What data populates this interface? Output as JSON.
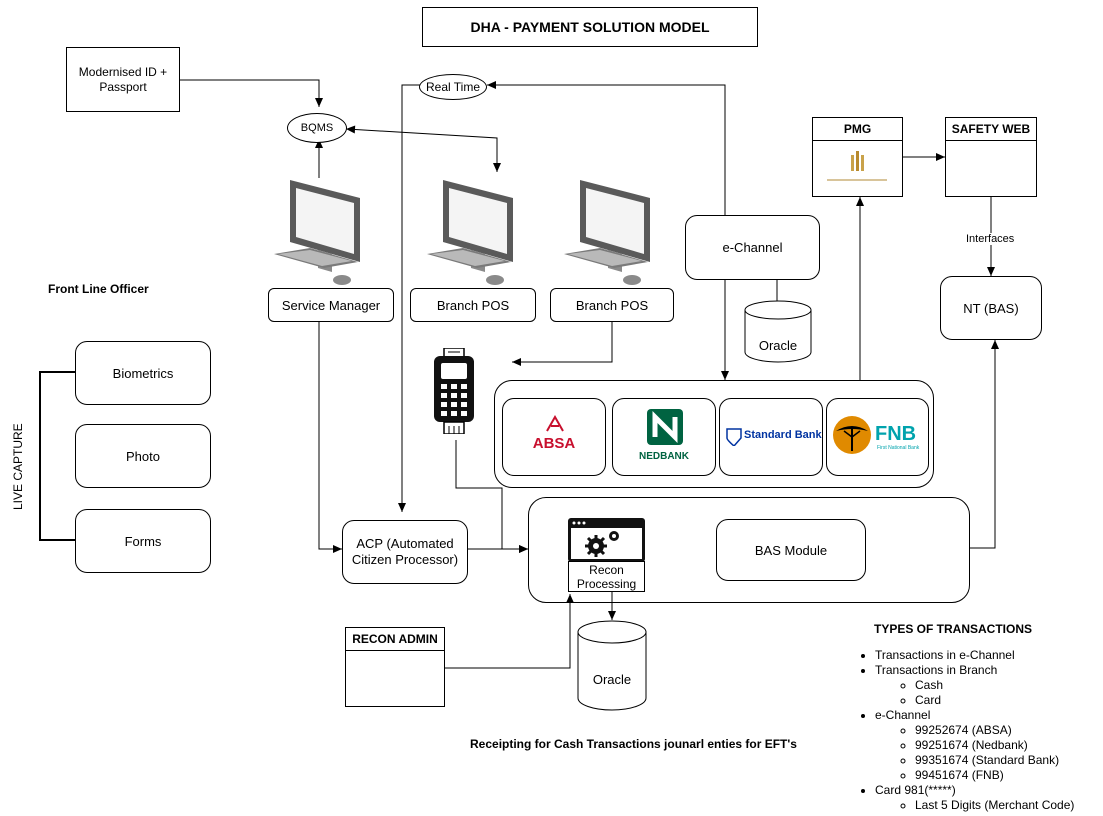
{
  "diagram": {
    "title": "DHA - PAYMENT SOLUTION MODEL",
    "modernised_id": "Modernised ID + Passport",
    "bqms": "BQMS",
    "real_time": "Real Time",
    "service_manager": "Service Manager",
    "branch_pos_1": "Branch POS",
    "branch_pos_2": "Branch POS",
    "e_channel": "e-Channel",
    "oracle_top": "Oracle",
    "oracle_bottom": "Oracle",
    "pmg": "PMG",
    "safety_web": "SAFETY WEB",
    "interfaces": "Interfaces",
    "nt_bas": "NT (BAS)",
    "front_line_officer": "Front Line Officer",
    "live_capture": "LIVE CAPTURE",
    "biometrics": "Biometrics",
    "photo": "Photo",
    "forms": "Forms",
    "acp": "ACP (Automated Citizen Processor)",
    "recon_processing": "Recon Processing",
    "bas_module": "BAS Module",
    "recon_admin": "RECON ADMIN",
    "receipting_note": "Receipting for Cash Transactions jounarl enties for EFT's",
    "banks": {
      "absa": "ABSA",
      "nedbank": "NEDBANK",
      "standard_bank": "Standard Bank",
      "fnb": "FNB",
      "fnb_sub": "First National Bank"
    },
    "colors": {
      "absa": "#c8102e",
      "nedbank": "#006341",
      "standard_bank": "#0033a1",
      "fnb": "#00a3ad",
      "fnb_tree": "#e08a00"
    }
  },
  "transactions": {
    "heading": "TYPES OF TRANSACTIONS",
    "e_channel_tx": "Transactions in e-Channel",
    "branch_tx": "Transactions in Branch",
    "cash": "Cash",
    "card": "Card",
    "e_channel": "e-Channel",
    "absa_code": "99252674 (ABSA)",
    "nedbank_code": "99251674 (Nedbank)",
    "standard_code": "99351674 (Standard Bank)",
    "fnb_code": "99451674 (FNB)",
    "card_981": "Card 981(*****)",
    "last5": "Last 5 Digits (Merchant Code)"
  }
}
